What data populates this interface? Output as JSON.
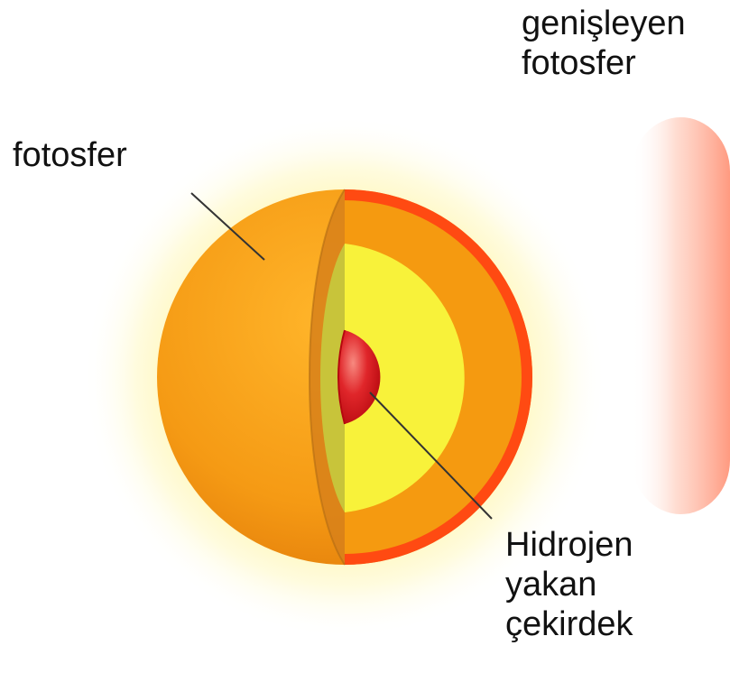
{
  "diagram": {
    "labels": {
      "photosphere": "fotosfer",
      "expanding_photosphere": [
        "genişleyen",
        "fotosfer"
      ],
      "core": [
        "Hidrojen",
        "yakan",
        "çekirdek"
      ]
    },
    "colors": {
      "glow": "#fff7a8",
      "outer_sphere": "#f6a21a",
      "outer_sphere_dark": "#e88a10",
      "rim": "#ff4a12",
      "mantle_cut": "#f59a10",
      "inner_zone": "#f8f23a",
      "inner_zone_shadow": "#c8c43a",
      "core": "#d9141a",
      "expanding_glow": "#ff8a70",
      "leader_line": "#333333"
    }
  }
}
